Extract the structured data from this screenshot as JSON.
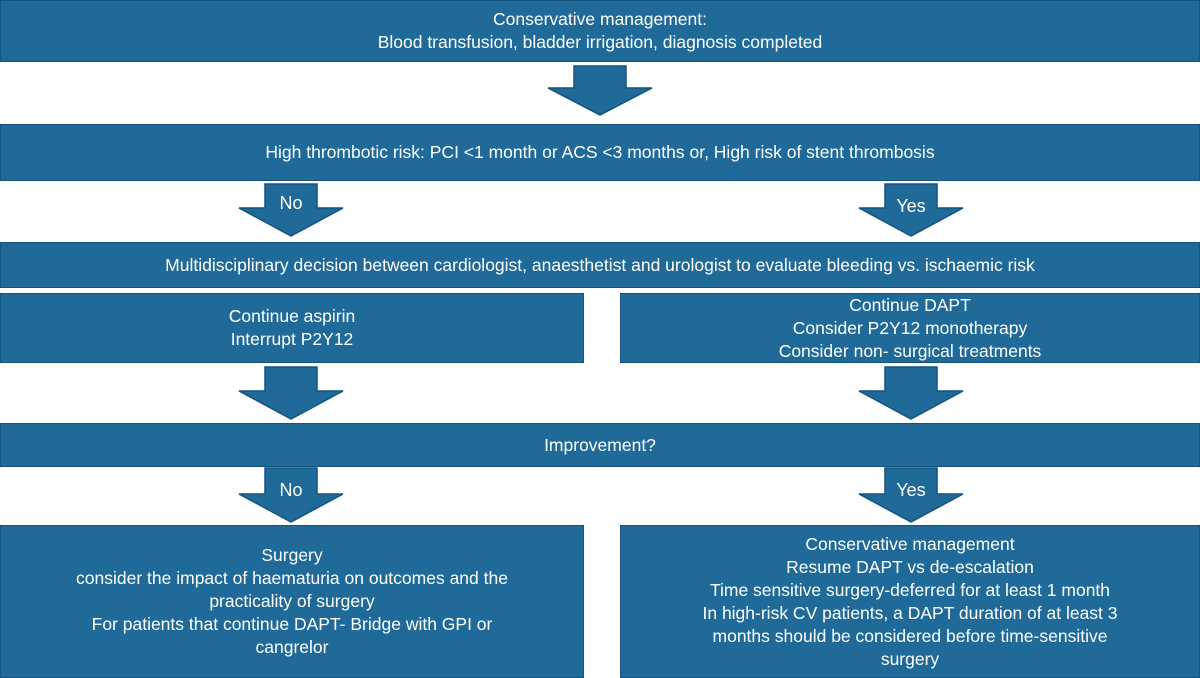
{
  "colors": {
    "box_fill": "#1f6a99",
    "box_border": "#14547e",
    "text": "#ffffff",
    "background": "#ffffff"
  },
  "top_box": {
    "line1": "Conservative management:",
    "line2": "Blood transfusion, bladder irrigation, diagnosis completed"
  },
  "risk_box": {
    "text": "High thrombotic risk: PCI <1 month or ACS <3 months or, High risk of stent thrombosis"
  },
  "risk_branches": {
    "left_label": "No",
    "right_label": "Yes"
  },
  "mdt_box": {
    "text": "Multidisciplinary decision between cardiologist, anaesthetist and urologist to evaluate bleeding vs. ischaemic risk"
  },
  "left_therapy_box": {
    "lines": [
      "Continue aspirin",
      "Interrupt P2Y12"
    ]
  },
  "right_therapy_box": {
    "lines": [
      "Continue DAPT",
      "Consider P2Y12 monotherapy",
      "Consider non- surgical treatments"
    ]
  },
  "improvement_box": {
    "text": "Improvement?"
  },
  "improvement_branches": {
    "left_label": "No",
    "right_label": "Yes"
  },
  "surgery_box": {
    "lines": [
      "Surgery",
      "consider the impact of haematuria on outcomes and the",
      "practicality of surgery",
      "For patients that continue DAPT- Bridge with GPI or",
      "cangrelor"
    ]
  },
  "conservative_box": {
    "lines": [
      "Conservative management",
      "Resume DAPT vs de-escalation",
      "Time sensitive surgery-deferred for at least 1 month",
      "In high-risk CV patients, a DAPT duration of at least 3",
      "months should be considered before time-sensitive",
      "surgery"
    ]
  }
}
